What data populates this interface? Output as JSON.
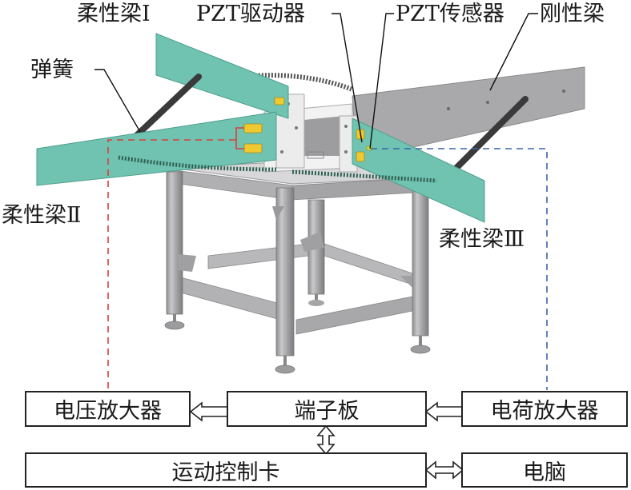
{
  "diagram": {
    "title": "",
    "labels": {
      "flexible_beam_1": "柔性梁Ⅰ",
      "pzt_actuator": "PZT驱动器",
      "pzt_sensor": "PZT传感器",
      "rigid_beam": "刚性梁",
      "spring": "弹簧",
      "flexible_beam_2": "柔性梁Ⅱ",
      "flexible_beam_3": "柔性梁Ⅲ"
    },
    "blocks": {
      "voltage_amplifier": "电压放大器",
      "terminal_board": "端子板",
      "charge_amplifier": "电荷放大器",
      "motion_control_card": "运动控制卡",
      "computer": "电脑"
    },
    "connections": [
      {
        "from": "terminal_board",
        "to": "voltage_amplifier",
        "type": "one-way"
      },
      {
        "from": "charge_amplifier",
        "to": "terminal_board",
        "type": "one-way"
      },
      {
        "from": "terminal_board",
        "to": "motion_control_card",
        "type": "two-way"
      },
      {
        "from": "motion_control_card",
        "to": "computer",
        "type": "two-way"
      },
      {
        "from": "pzt_actuator",
        "to": "voltage_amplifier",
        "type": "signal-line",
        "style": "dashed"
      },
      {
        "from": "pzt_sensor",
        "to": "charge_amplifier",
        "type": "signal-line",
        "style": "dashed"
      }
    ],
    "colors": {
      "flexible_beam": "#6fc3b0",
      "rigid_beam": "#a9a9ab",
      "pzt_patch": "#f0c830",
      "frame": "#b8b8ba",
      "spring": "#3a3a3a",
      "actuator_signal_line": "#d9403a",
      "sensor_signal_line": "#3c64a8",
      "block_border": "#222222"
    }
  }
}
